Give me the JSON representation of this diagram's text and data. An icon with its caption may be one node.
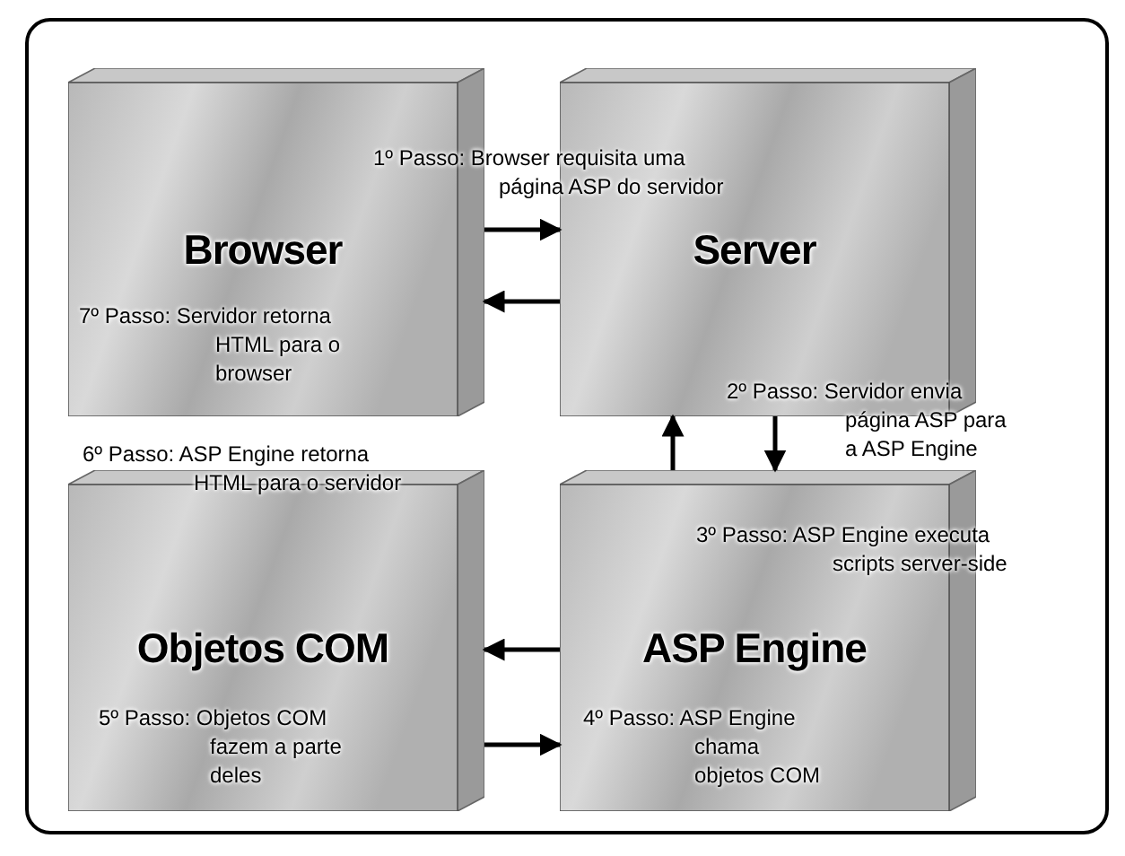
{
  "diagram": {
    "nodes": [
      {
        "text": [
          "Browser"
        ]
      },
      {
        "text": [
          "Server"
        ]
      },
      {
        "text": [
          "Objetos COM"
        ]
      },
      {
        "text": [
          "ASP Engine"
        ]
      }
    ],
    "edges": [
      {
        "from": 0,
        "to": 1,
        "arrow": "to"
      },
      {
        "from": 1,
        "to": 0,
        "arrow": "to"
      },
      {
        "from": 3,
        "to": 1,
        "arrow": "to"
      },
      {
        "from": 1,
        "to": 3,
        "arrow": "to"
      },
      {
        "from": 3,
        "to": 2,
        "arrow": "to"
      },
      {
        "from": 2,
        "to": 3,
        "arrow": "to"
      }
    ],
    "labels": [
      "1º Passo: Browser requisita uma página ASP do servidor",
      "7º Passo: Servidor retorna HTML para o browser",
      "2º Passo: Servidor envia página ASP para a ASP Engine",
      "6º Passo: ASP Engine retorna HTML para o servidor",
      "3º Passo: ASP Engine executa scripts server-side",
      "4º Passo: ASP Engine chama objetos COM",
      "5º Passo: Objetos COM fazem a parte deles"
    ]
  }
}
